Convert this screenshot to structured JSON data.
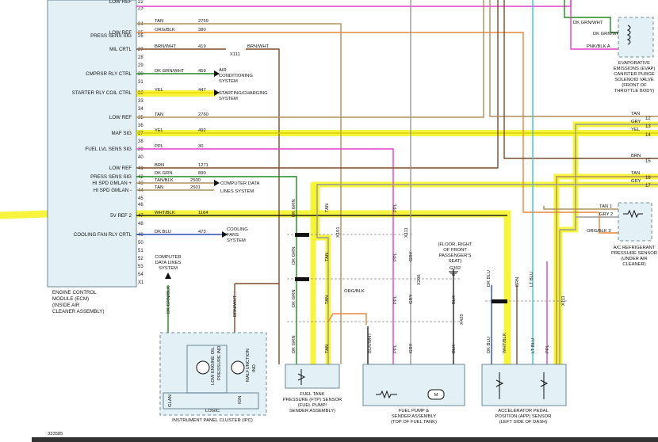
{
  "ecm": {
    "pins_left": [
      {
        "pin": "22",
        "label": "LOW REF",
        "num": "22"
      },
      {
        "pin": "23",
        "label": "",
        "num": "23"
      },
      {
        "pin": "24",
        "label": "",
        "num": "24",
        "color": "TAN",
        "circuit": "2759"
      },
      {
        "pin": "25",
        "label": "LOW REF",
        "num": "25",
        "color": "ORG/BLK",
        "circuit": "380"
      },
      {
        "pin": "26",
        "label": "PRESS SENS SIG",
        "num": "26"
      },
      {
        "pin": "27",
        "label": "MIL CRTL",
        "num": "27",
        "color": "BRN/WHT",
        "circuit": "419"
      },
      {
        "pin": "30",
        "label": "CMPRSR RLY CTRL",
        "num": "30",
        "color": "DK GRN/WHT",
        "circuit": "459"
      },
      {
        "pin": "32",
        "label": "STARTER RLY COIL CTRL",
        "num": "32",
        "color": "YEL",
        "circuit": "447"
      },
      {
        "pin": "35",
        "label": "LOW REF",
        "num": "35",
        "color": "TAN",
        "circuit": "2760"
      },
      {
        "pin": "37",
        "label": "MAF SIG",
        "num": "37",
        "color": "YEL",
        "circuit": "492"
      },
      {
        "pin": "39",
        "label": "FUEL LVL SENS SIG",
        "num": "39",
        "color": "PPL",
        "circuit": "30"
      },
      {
        "pin": "41",
        "label": "LOW REF",
        "num": "41",
        "color": "BRN",
        "circuit": "1271"
      },
      {
        "pin": "42",
        "label": "PRESS SENS SIG",
        "num": "42",
        "color": "DK GRN",
        "circuit": "890"
      },
      {
        "pin": "43",
        "label": "HI SPD GMLAN +",
        "num": "43",
        "color": "TAN/BLK",
        "circuit": "2500"
      },
      {
        "pin": "44",
        "label": "HI SPD GMLAN -",
        "num": "44",
        "color": "TAN",
        "circuit": "2501"
      },
      {
        "pin": "47",
        "label": "5V REF 2",
        "num": "47",
        "color": "WHT/BLK",
        "circuit": "1164"
      },
      {
        "pin": "49",
        "label": "COOLING FAN RLY CRTL",
        "num": "49",
        "color": "DK BLU",
        "circuit": "473"
      }
    ],
    "extra_pins": [
      "28",
      "29",
      "31",
      "33",
      "34",
      "36",
      "38",
      "40",
      "45",
      "46",
      "48",
      "50",
      "51",
      "52",
      "53",
      "54",
      "X1"
    ],
    "name_lines": [
      "ENGINE CONTROL",
      "MODULE (ECM)",
      "(INSIDE AIR",
      "CLEANER ASSEMBLY)"
    ]
  },
  "destinations": {
    "x111_label": "X111",
    "ac_system": [
      "AIR",
      "CONDITIONING",
      "SYSTEM"
    ],
    "start_system": [
      "STARTING/CHARGING",
      "SYSTEM"
    ],
    "data_lines": [
      "COMPUTER DATA",
      "LINES SYSTEM"
    ],
    "cooling_fans": [
      "COOLING",
      "FANS",
      "SYSTEM"
    ]
  },
  "evap": {
    "wire_b": "DK GRN/WHT  B",
    "wire_a": "PNK/BLK  A",
    "name_lines": [
      "EVAPORATIVE",
      "EMISSIONS (EVAP)",
      "CANISTER PURGE",
      "SOLENOID VALVE",
      "(FRONT OF",
      "THROTTLE BODY)"
    ],
    "top_wire": "DK GRN/WHT"
  },
  "right_wires": [
    {
      "label": "TAN",
      "pin": "12"
    },
    {
      "label": "GRY",
      "pin": "13"
    },
    {
      "label": "YEL",
      "pin": "14"
    },
    {
      "label": "BRN",
      "pin": "15"
    },
    {
      "label": "TAN",
      "pin": "16"
    },
    {
      "label": "GRY",
      "pin": "17"
    }
  ],
  "ac_sensor": {
    "wires": [
      {
        "label": "TAN  1"
      },
      {
        "label": "GRY  2"
      },
      {
        "label": "ORG/BLK  3"
      }
    ],
    "name_lines": [
      "A/C REFRIGERANT",
      "PRESSURE SENSOR",
      "(UNDER AIR",
      "CLEANER)"
    ]
  },
  "mid": {
    "x101": "X101",
    "x111": "X111",
    "x206": "X206",
    "x425": "X425",
    "ground_lines": [
      "(FLOOR, RIGHT",
      "OF FRONT",
      "PASSENGER'S",
      "SEAT)",
      "G302"
    ],
    "org_blk": "ORG/BLK",
    "vlabels": [
      "DK GRN",
      "TAN",
      "PPL",
      "GRY",
      "BLK",
      "BLK/WHT",
      "ORG/BLK",
      "DK BLU",
      "WHT/BLK",
      "LT BLU",
      "BRN"
    ]
  },
  "ipc": {
    "computer_lines": [
      "COMPUTER",
      "DATA LINES",
      "SYSTEM"
    ],
    "wire1": "DK GRN/BLK",
    "wire2": "BRN/WHT",
    "oil_lines": [
      "LOW ENGINE OIL",
      "PRESSURE IND"
    ],
    "mil_lines": [
      "MALFUNCTION",
      "IND"
    ],
    "glan": "GLAN",
    "ign": "IGN",
    "logic": "LOGIC",
    "name": "INSTRUMENT PANEL CLUSTER (IPC)"
  },
  "ftp": {
    "name_lines": [
      "FUEL TANK",
      "PRESSURE (FTP) SENSOR",
      "(FUEL PUMP/",
      "SENDER ASSEMBLY)"
    ]
  },
  "pump": {
    "name_lines": [
      "FUEL PUMP &",
      "SENDER ASSEMBLY",
      "(TOP OF FUEL TANK)"
    ],
    "motor": "M"
  },
  "app": {
    "name_lines": [
      "ACCELERATOR PEDAL",
      "POSITION (APP) SENSOR",
      "(LEFT SIDE OF DASH)"
    ]
  },
  "footer": {
    "id": "333585"
  },
  "colors": {
    "yellow": "#f6f21c",
    "tan": "#b08f5a",
    "magenta": "#e33ec8",
    "orange": "#e7873b",
    "green": "#1e8a1e",
    "cyan": "#39c7d6",
    "grey": "#9a9a9a",
    "brown": "#7a4b2a",
    "blue": "#2a4db5"
  }
}
